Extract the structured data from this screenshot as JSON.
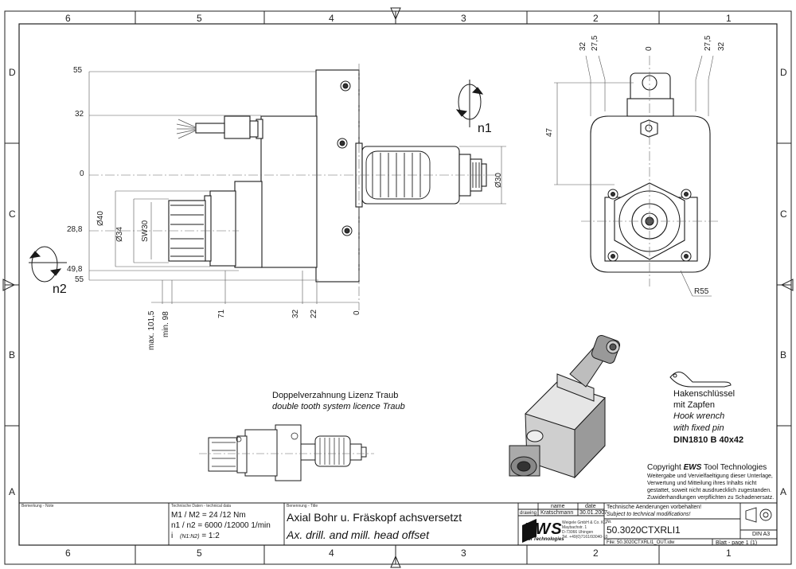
{
  "zones": {
    "top": [
      "6",
      "5",
      "4",
      "3",
      "2",
      "1"
    ],
    "bottom": [
      "6",
      "5",
      "4",
      "3",
      "2",
      "1"
    ],
    "left": [
      "D",
      "C",
      "B",
      "A"
    ],
    "right": [
      "D",
      "C",
      "B",
      "A"
    ]
  },
  "dimensions": {
    "left_heights": [
      "55",
      "32",
      "0",
      "28,8",
      "49,8",
      "55"
    ],
    "diameters": [
      "Ø40",
      "Ø34",
      "SW30"
    ],
    "bottom_lengths": [
      "max. 101,5",
      "min. 98",
      "71",
      "32",
      "22",
      "0"
    ],
    "right_dia": "Ø30",
    "top_offsets": [
      "32",
      "27,5",
      "0",
      "27,5",
      "32"
    ],
    "side_height": "47",
    "radius": "R55"
  },
  "rotation": {
    "n1": "n1",
    "n2": "n2"
  },
  "notes": {
    "double_tooth_de": "Doppelverzahnung Lizenz Traub",
    "double_tooth_en": "double tooth system licence Traub",
    "hook_de_1": "Hakenschlüssel",
    "hook_de_2": "mit Zapfen",
    "hook_en_1": "Hook wrench",
    "hook_en_2": "with fixed pin",
    "hook_din": "DIN1810 B 40x42",
    "copyright_prefix": "Copyright ",
    "copyright_brand": "EWS",
    "copyright_suffix": " Tool Technologies",
    "copyright_l1": "Weitergabe und Vervielfaeltigung dieser Unterlage,",
    "copyright_l2": "Verwertung und Mitteilung ihres Inhalts nicht",
    "copyright_l3": "gestattet, soweit nicht ausdruecklich zugestanden.",
    "copyright_l4": "Zuwiderhandlungen verpflichten zu Schadenersatz."
  },
  "title_block": {
    "remarks_label": "Bemerkung - Note",
    "tech_label": "Technische Daten - technical data",
    "tech_l1": "M1 / M2 = 24  /12  Nm",
    "tech_l2": "n1 / n2 = 6000 /12000 1/min",
    "tech_l3_a": "i",
    "tech_l3_b": "(N1:N2)",
    "tech_l3_c": "= 1:2",
    "title_label": "Benennung - Title",
    "title_de": "Axial Bohr u. Fräskopf achsversetzt",
    "title_en": "Ax. drill. and mill. head offset",
    "hdr_name": "name",
    "hdr_date": "date",
    "row_drawing": "drawing",
    "drawer": "Kratschmann",
    "date": "30.01.2007",
    "logo": "EWS",
    "logo_sub": "Tool Technologies",
    "company_l1": "Weigele GmbH & Co. KG",
    "company_l2": "Maybachstr. 1",
    "company_l3": "D-73066 Uhingen",
    "company_l4": "Tel. +49(0)7161/93040-10",
    "change_de": "Technische Aenderungen vorbehalten!",
    "change_en": "Subject to technical modifications!",
    "nr_label": "Nr.",
    "part_no": "50.3020CTXRLI1",
    "file": "File: 50.3020CTXRLI1_OUT.idw",
    "format": "DIN A3",
    "sheet": "Blatt - page  1 (1)"
  },
  "colors": {
    "line": "#1a1a1a",
    "dim": "#555555",
    "shade": "#bdbdbd"
  }
}
